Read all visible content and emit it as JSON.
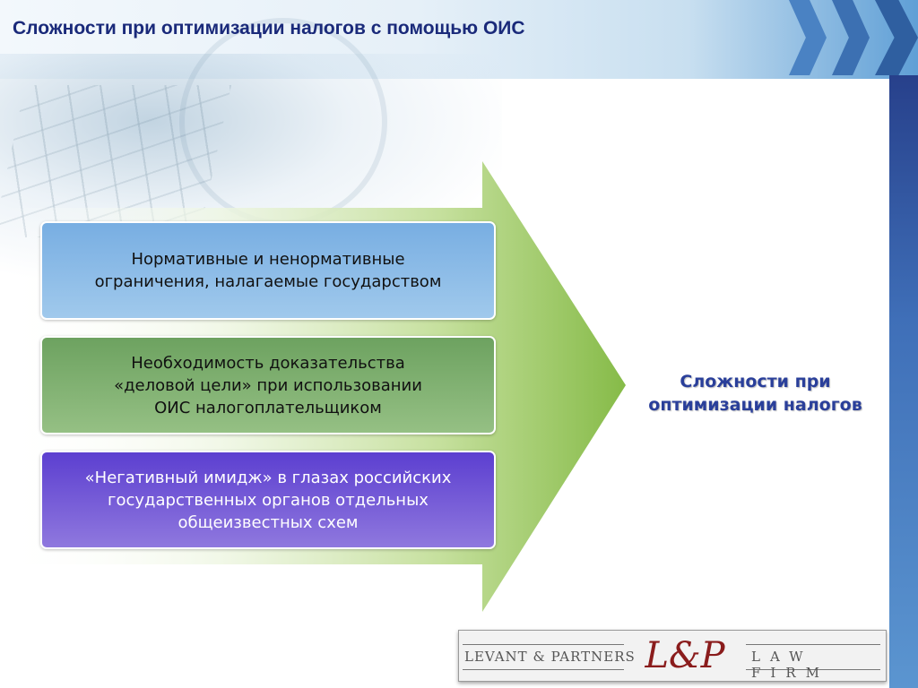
{
  "slide": {
    "title": "Сложности при оптимизации налогов с помощью ОИС"
  },
  "factors": [
    {
      "text": "Нормативные и ненормативные\nограничения, налагаемые государством"
    },
    {
      "text": "Необходимость доказательства\n«деловой цели» при использовании\nОИС налогоплательщиком"
    },
    {
      "text": "«Негативный имидж» в глазах российских\nгосударственных органов отдельных\nобщеизвестных схем"
    }
  ],
  "result": {
    "text": "Сложности при\nоптимизации налогов"
  },
  "logo": {
    "left_text": "LEVANT & PARTNERS",
    "monogram": "L&P",
    "right_text": "LAW FIRM"
  },
  "colors": {
    "title": "#1a2a7a",
    "result": "#2a3f9a",
    "arrow_green": "#8dc05a",
    "box_blue": "#78aee2",
    "box_green": "#6da260",
    "box_purple": "#5c3fd0"
  }
}
